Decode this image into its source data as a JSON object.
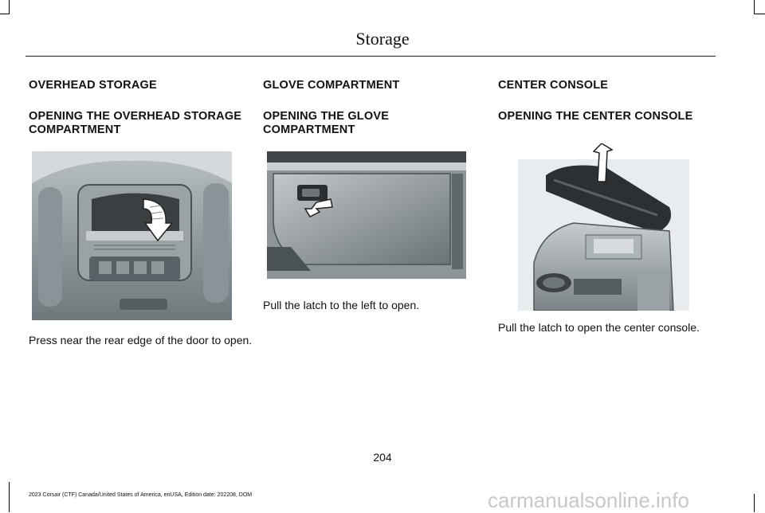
{
  "header": {
    "title": "Storage"
  },
  "columns": [
    {
      "section": "OVERHEAD STORAGE",
      "subsection": "OPENING THE OVERHEAD STORAGE COMPARTMENT",
      "caption": "Press near the rear edge of the door to open."
    },
    {
      "section": "GLOVE COMPARTMENT",
      "subsection": "OPENING THE GLOVE COMPARTMENT",
      "caption": "Pull the latch to the left to open."
    },
    {
      "section": "CENTER CONSOLE",
      "subsection": "OPENING THE CENTER CONSOLE",
      "caption": "Pull the latch to open the center console."
    }
  ],
  "page_number": "204",
  "footer_text": "2023 Corsair (CTF) Canada/United States of America, enUSA, Edition date: 202208, DOM",
  "watermark": "carmanualsonline.info"
}
